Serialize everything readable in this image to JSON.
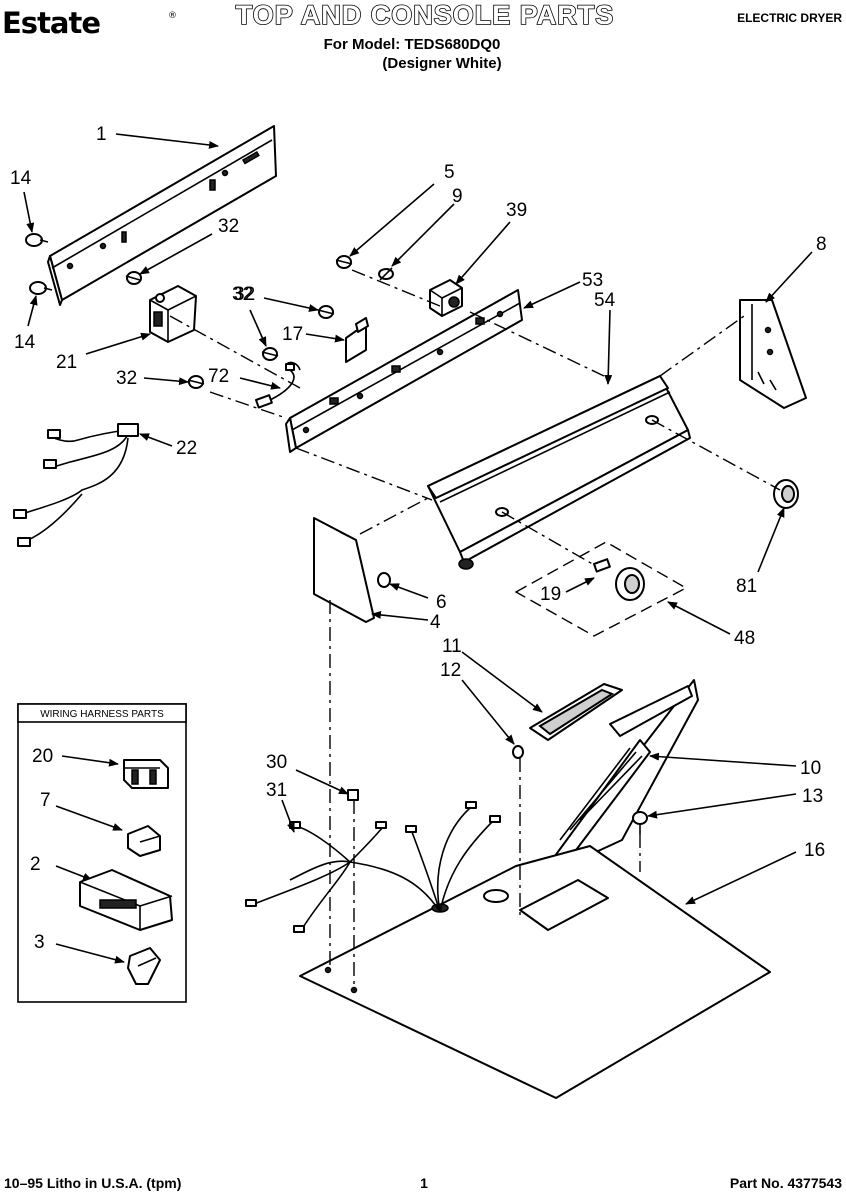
{
  "header": {
    "brand": "Estate",
    "brand_mark": "®",
    "title": "TOP AND CONSOLE PARTS",
    "model_line": "For Model: TEDS680DQ0",
    "color_line": "(Designer White)",
    "appliance": "ELECTRIC DRYER"
  },
  "wiring_box": {
    "title": "WIRING HARNESS PARTS",
    "labels": [
      "20",
      "7",
      "2",
      "3"
    ]
  },
  "callouts": [
    "1",
    "14",
    "14",
    "32",
    "32",
    "32",
    "32",
    "21",
    "72",
    "17",
    "22",
    "5",
    "9",
    "39",
    "53",
    "54",
    "8",
    "81",
    "6",
    "4",
    "19",
    "48",
    "11",
    "12",
    "10",
    "13",
    "30",
    "31",
    "16"
  ],
  "footer": {
    "litho": "10–95 Litho in U.S.A. (tpm)",
    "page_number": "1",
    "part_number": "Part No. 4377543"
  }
}
